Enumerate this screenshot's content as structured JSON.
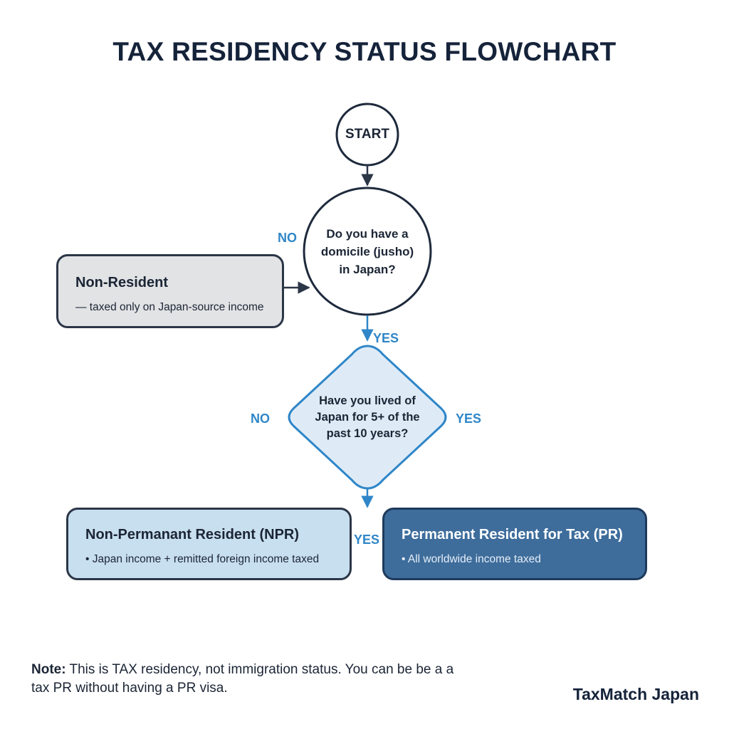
{
  "title": "TAX RESIDENCY STATUS FLOWCHART",
  "nodes": {
    "start": "START",
    "domicile_question": "Do you have a\ndomicile (jusho)\nin Japan?",
    "years_question": "Have you lived of\nJapan for 5+ of the\npast 10 years?"
  },
  "edge_labels": {
    "domicile_no": "NO",
    "domicile_yes": "YES",
    "years_no": "NO",
    "years_yes_right": "YES",
    "years_yes_bottom": "YES"
  },
  "outcomes": {
    "non_resident": {
      "title": "Non-Resident",
      "description": "— taxed only on Japan-source income"
    },
    "npr": {
      "title": "Non-Permanant Resident (NPR)",
      "description": "• Japan income + remitted foreign income taxed"
    },
    "pr": {
      "title": "Permanent Resident for Tax (PR)",
      "description": "• All worldwide income taxed"
    }
  },
  "note": {
    "label": "Note:",
    "text": " This is TAX residency, not immigration status. You can be be a a tax PR without having a PR visa."
  },
  "brand": "TaxMatch Japan",
  "colors": {
    "accent_blue": "#2f86c8",
    "dark_navy": "#15233a",
    "pr_box": "#3e6d9c",
    "npr_box": "#c8dff0",
    "non_resident_box": "#e2e3e5",
    "diamond_fill": "#deebf7"
  }
}
